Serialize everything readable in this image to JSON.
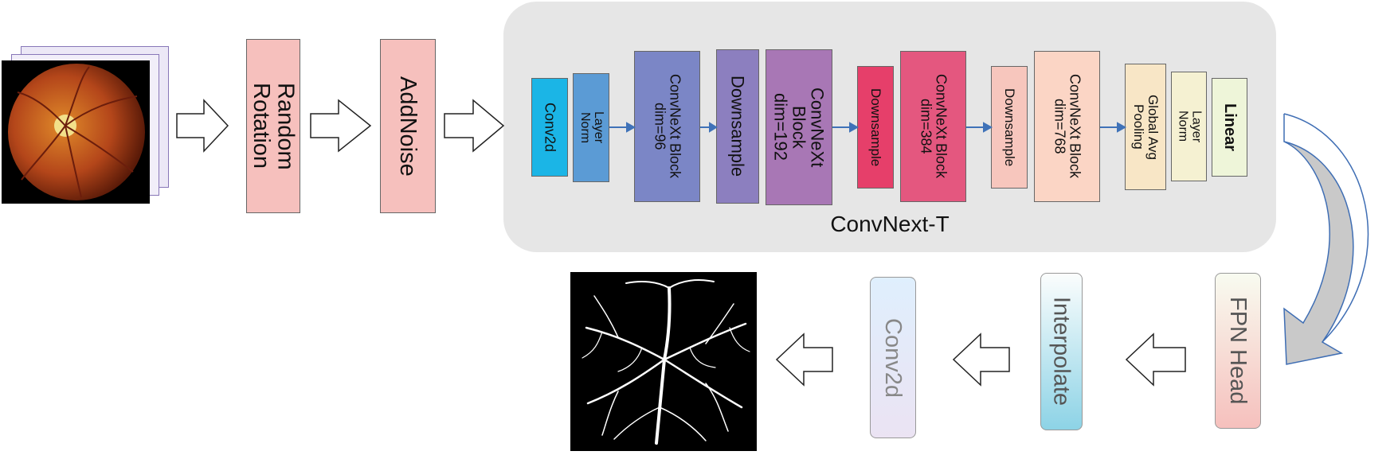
{
  "input_stage": {
    "random_rotation": "Random\nRotation",
    "add_noise": "AddNoise"
  },
  "encoder": {
    "title": "ConvNext-T",
    "blocks": [
      {
        "label": "Conv2d",
        "color": "#1bb5e6"
      },
      {
        "label": "Layer\nNorm",
        "color": "#5b9bd5"
      },
      {
        "label": "ConvNeXt Block\ndim=96",
        "color": "#7b86c6"
      },
      {
        "label": "Downsample",
        "color": "#8c7fbf"
      },
      {
        "label": "ConvNeXt\nBlock\ndim=192",
        "color": "#a877b5"
      },
      {
        "label": "Downsample",
        "color": "#e63f6a"
      },
      {
        "label": "ConvNeXt Block\ndim=384",
        "color": "#e4577f"
      },
      {
        "label": "Downsample",
        "color": "#f7c6bd"
      },
      {
        "label": "ConvNeXt Block\ndim=768",
        "color": "#fbd5c5"
      },
      {
        "label": "Global Avg\nPooling",
        "color": "#f8e6c6"
      },
      {
        "label": "Layer\nNorm",
        "color": "#f5f1d2"
      },
      {
        "label": "Linear",
        "color": "#eef5d9"
      }
    ]
  },
  "decoder": {
    "fpn_head": "FPN Head",
    "interpolate": "Interpolate",
    "conv2d": "Conv2d"
  }
}
